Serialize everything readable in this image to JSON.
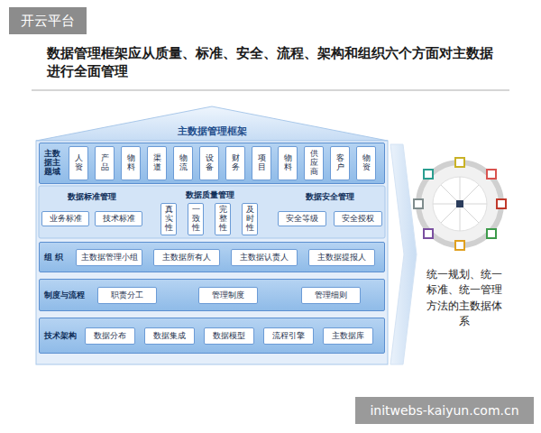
{
  "diagram": {
    "title": "数据管理框架应从质量、标准、安全、流程、架构和组织六个方面对主数据进行全面管理",
    "nodes": [
      {
        "text": [
          "主数据管理框架"
        ]
      },
      {
        "text": [
          "主数据主题域"
        ],
        "in": 0
      },
      {
        "text": [
          "人资"
        ],
        "in": 1
      },
      {
        "text": [
          "产品"
        ],
        "in": 1
      },
      {
        "text": [
          "物料"
        ],
        "in": 1
      },
      {
        "text": [
          "渠道"
        ],
        "in": 1
      },
      {
        "text": [
          "物流"
        ],
        "in": 1
      },
      {
        "text": [
          "设备"
        ],
        "in": 1
      },
      {
        "text": [
          "财务"
        ],
        "in": 1
      },
      {
        "text": [
          "项目"
        ],
        "in": 1
      },
      {
        "text": [
          "物料"
        ],
        "in": 1
      },
      {
        "text": [
          "供应商"
        ],
        "in": 1
      },
      {
        "text": [
          "客户"
        ],
        "in": 1
      },
      {
        "text": [
          "物资"
        ],
        "in": 1
      },
      {
        "text": [
          "数据标准管理"
        ],
        "in": 0
      },
      {
        "text": [
          "业务标准"
        ],
        "in": 14
      },
      {
        "text": [
          "技术标准"
        ],
        "in": 14
      },
      {
        "text": [
          "数据质量管理"
        ],
        "in": 0
      },
      {
        "text": [
          "真实性"
        ],
        "in": 17
      },
      {
        "text": [
          "一致性"
        ],
        "in": 17
      },
      {
        "text": [
          "完整性"
        ],
        "in": 17
      },
      {
        "text": [
          "及时性"
        ],
        "in": 17
      },
      {
        "text": [
          "数据安全管理"
        ],
        "in": 0
      },
      {
        "text": [
          "安全等级"
        ],
        "in": 22
      },
      {
        "text": [
          "安全授权"
        ],
        "in": 22
      },
      {
        "text": [
          "组 织"
        ],
        "in": 0
      },
      {
        "text": [
          "主数据管理小组"
        ],
        "in": 25
      },
      {
        "text": [
          "主数据所有人"
        ],
        "in": 25
      },
      {
        "text": [
          "主数据认责人"
        ],
        "in": 25
      },
      {
        "text": [
          "主数据提报人"
        ],
        "in": 25
      },
      {
        "text": [
          "制度与流程"
        ],
        "in": 0
      },
      {
        "text": [
          "职责分工"
        ],
        "in": 30
      },
      {
        "text": [
          "管理制度"
        ],
        "in": 30
      },
      {
        "text": [
          "管理细则"
        ],
        "in": 30
      },
      {
        "text": [
          "技术架构"
        ],
        "in": 0
      },
      {
        "text": [
          "数据分布"
        ],
        "in": 34
      },
      {
        "text": [
          "数据集成"
        ],
        "in": 34
      },
      {
        "text": [
          "数据模型"
        ],
        "in": 34
      },
      {
        "text": [
          "流程引擎"
        ],
        "in": 34
      },
      {
        "text": [
          "主数据库"
        ],
        "in": 34
      }
    ],
    "labels": [
      "开云平台",
      "统一规划、统一标准、统一管理方法的主数据体系",
      "initwebs-kaiyun.com.cn"
    ]
  }
}
